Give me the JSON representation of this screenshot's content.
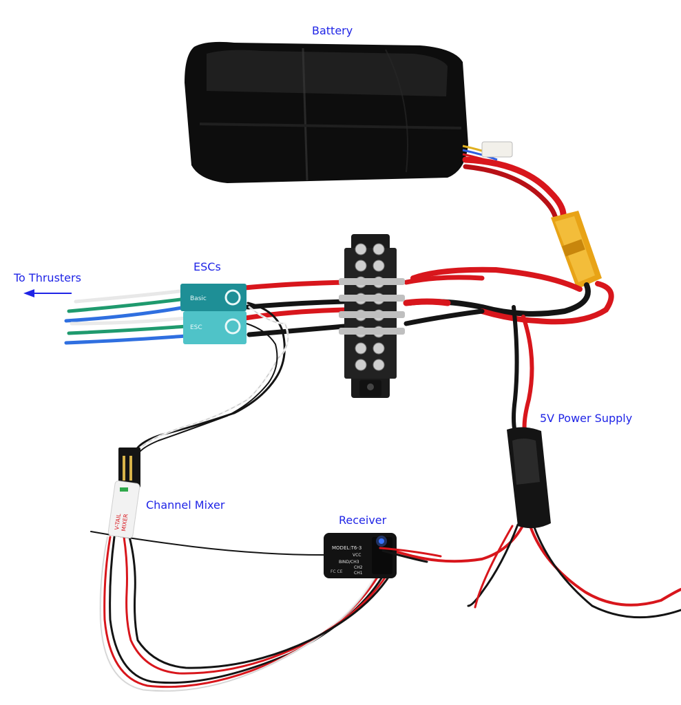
{
  "labels": {
    "battery": "Battery",
    "escs": "ESCs",
    "to_thrusters": "To Thrusters",
    "power_supply": "5V Power Supply",
    "channel_mixer": "Channel Mixer",
    "receiver": "Receiver"
  },
  "receiver_markings": {
    "model": "MODEL:T6-3",
    "vcc": "VCC",
    "bind": "BIND/CH3",
    "ch2": "CH2",
    "ch1": "CH1",
    "fcc": "FC CE"
  },
  "mixer_markings": {
    "line1": "V-TAIL",
    "line2": "MIXER"
  },
  "esc_markings": {
    "line1": "Basic",
    "line2": "ESC"
  },
  "colors": {
    "label_text": "#1f24e6",
    "background": "#ffffff",
    "battery_wrap": "#111111",
    "wire_red": "#d8161c",
    "wire_black": "#141414",
    "esc_board": "#1e8f96",
    "connector_yellow": "#e8a316",
    "terminal_block": "#1a1a1a"
  }
}
